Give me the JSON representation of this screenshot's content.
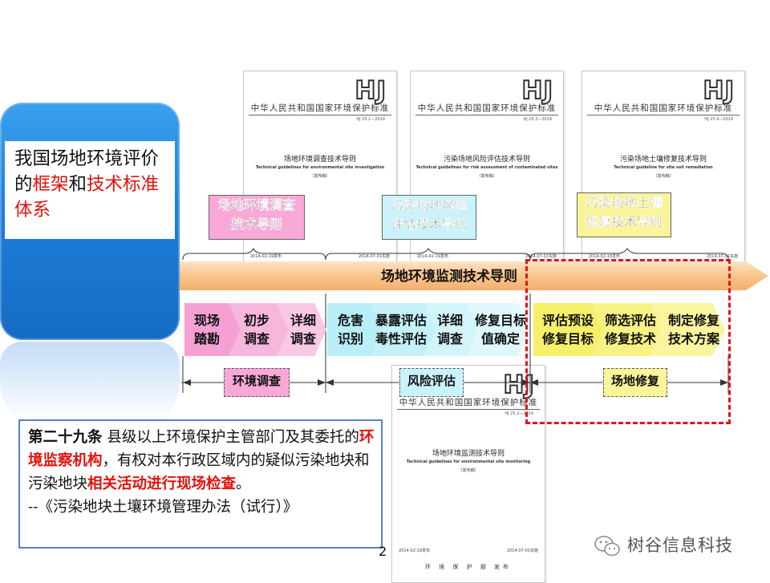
{
  "documents": [
    {
      "hj": "HJ",
      "header": "中华人民共和国国家环境保护标准",
      "number": "HJ 25.1—2014",
      "title": "场地环境调查技术导则",
      "subtitle": "Technical guidelines for environmental site investigation",
      "version": "（发布稿）",
      "date_left": "2014-02-19发布",
      "date_right": "2014-07-01实施"
    },
    {
      "hj": "HJ",
      "header": "中华人民共和国国家环境保护标准",
      "number": "HJ 25.3—2014",
      "title": "污染场地风险评估技术导则",
      "subtitle": "Technical guidelines for risk assessment of contaminated sites",
      "version": "（发布稿）",
      "date_left": "2014-02-19发布",
      "date_right": "2014-07-01实施"
    },
    {
      "hj": "HJ",
      "header": "中华人民共和国国家环境保护标准",
      "number": "HJ 25.4—2014",
      "title": "污染场地土壤修复技术导则",
      "subtitle": "Technical guideline for site soil remediation",
      "version": "（发布稿）",
      "date_left": "2014-02-19发布",
      "date_right": "2014-07-01实施"
    },
    {
      "hj": "HJ",
      "header": "中华人民共和国国家环境保护标准",
      "number": "HJ 25.2—2014",
      "title": "场地环境监测技术导则",
      "subtitle": "Technical guidelines for environmental site monitoring",
      "version": "（发布稿）",
      "date_left": "2014-02-19发布",
      "date_right": "2014-07-01实施",
      "footer": "环 境 保 护 部 发布"
    }
  ],
  "heading": {
    "plain1": "我国场地环境评价的",
    "red1": "框架",
    "plain2": "和",
    "red2": "技术标准体系"
  },
  "guide_labels": [
    {
      "line1": "场地环境调查",
      "line2": "技术导则"
    },
    {
      "line1": "污染场地风险",
      "line2": "评估技术导则"
    },
    {
      "line1": "污染场地土壤",
      "line2": "修复技术导则"
    }
  ],
  "monitoring_bar": "场地环境监测技术导则",
  "steps": [
    {
      "line1": "现场",
      "line2": "踏勘"
    },
    {
      "line1": "初步",
      "line2": "调查"
    },
    {
      "line1": "详细",
      "line2": "调查"
    },
    {
      "line1": "危害",
      "line2": "识别"
    },
    {
      "line1": "暴露评估",
      "line2": "毒性评估"
    },
    {
      "line1": "详细",
      "line2": "调查"
    },
    {
      "line1": "修复目标",
      "line2": "值确定"
    },
    {
      "line1": "评估预设",
      "line2": "修复目标"
    },
    {
      "line1": "筛选评估",
      "line2": "修复技术"
    },
    {
      "line1": "制定修复",
      "line2": "技术方案"
    }
  ],
  "phases": [
    "环境调查",
    "风险评估",
    "场地修复"
  ],
  "law": {
    "article": "第二十九条",
    "text1": " 县级以上环境保护主管部门及其委托的",
    "red1": "环境监察机构",
    "text2": "，有权对本行政区域内的疑似污染地块和污染地块",
    "red2": "相关活动进行现场检查",
    "text3": "。",
    "source": "--《污染地块土壤环境管理办法（试行）》"
  },
  "page_number": "2",
  "watermark": "树谷信息科技",
  "colors": {
    "accent_blue": "#1f7fd9",
    "pink": "#f9a8d8",
    "cyan": "#c9f3fa",
    "yellow": "#fbf59a",
    "dashed_red": "#e0141b",
    "arrow_orange": "#f8c58a"
  }
}
